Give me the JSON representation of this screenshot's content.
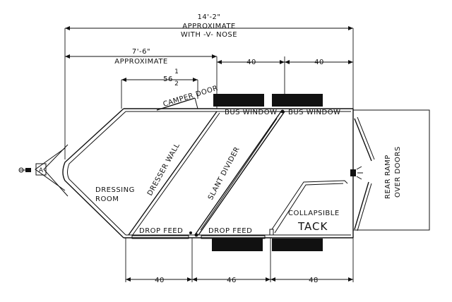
{
  "dimensions": {
    "overall_value": "14'-2\"",
    "overall_line1": "APPROXIMATE",
    "overall_line2": "WITH -V- NOSE",
    "dressing_value": "7'-6\"",
    "dressing_note": "APPROXIMATE",
    "camper_whole": "56",
    "camper_num": "1",
    "camper_den": "2",
    "top_left": "40",
    "top_right": "40",
    "bottom_left": "40",
    "bottom_mid": "46",
    "bottom_right": "48"
  },
  "labels": {
    "camper_door": "CAMPER DOOR",
    "bus_window_1": "BUS WINDOW",
    "bus_window_2": "BUS WINDOW",
    "dresser_wall": "DRESSER WALL",
    "slant_divider": "SLANT DIVIDER",
    "dressing_1": "DRESSING",
    "dressing_2": "ROOM",
    "drop_feed_1": "DROP FEED",
    "drop_feed_2": "DROP FEED",
    "collapsible": "COLLAPSIBLE",
    "tack": "TACK",
    "rear_ramp_1": "REAR RAMP",
    "rear_ramp_2": "OVER DOORS",
    "hitch_letter": "A"
  }
}
